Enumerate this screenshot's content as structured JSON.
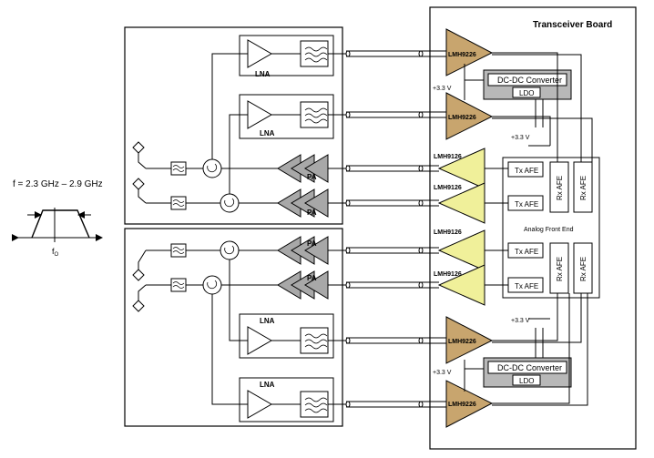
{
  "board": {
    "title": "Transceiver Board"
  },
  "freq": {
    "range": "f = 2.3 GHz – 2.9 GHz",
    "center": "f",
    "center_sub": "O"
  },
  "labels": {
    "lna": "LNA",
    "pa": "PA",
    "lmh9226": "LMH9226",
    "lmh9126": "LMH9126",
    "v33": "+3.3 V",
    "dcdc": "DC-DC Converter",
    "ldo": "LDO",
    "tx_afe": "Tx AFE",
    "rx_afe": "Rx AFE",
    "analog_front_end": "Analog Front End"
  },
  "colors": {
    "lmh9226_fill": "#c8a56e",
    "lmh9126_fill": "#f0f09a",
    "pa_fill": "#a8a8a8",
    "dcdc_fill": "#b8b8b8",
    "wire": "#000000"
  },
  "icons": [
    "antenna-icon",
    "filter-icon",
    "circulator-icon",
    "amplifier-icon",
    "coax-cable-icon"
  ]
}
